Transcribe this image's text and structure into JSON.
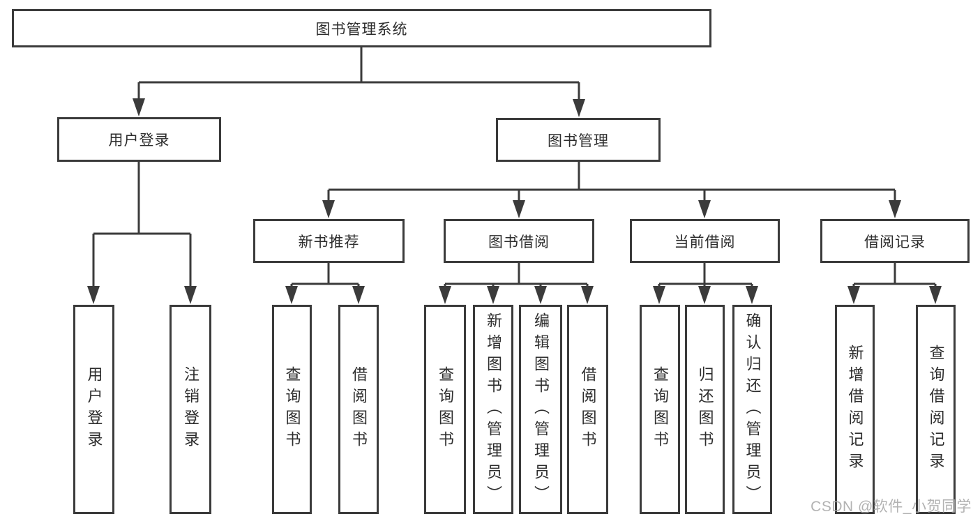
{
  "diagram": {
    "tree": {
      "label": "图书管理系统",
      "children": [
        {
          "label": "用户登录",
          "children": [
            {
              "label": "用户登录"
            },
            {
              "label": "注销登录"
            }
          ]
        },
        {
          "label": "图书管理",
          "children": [
            {
              "label": "新书推荐",
              "children": [
                {
                  "label": "查询图书"
                },
                {
                  "label": "借阅图书"
                }
              ]
            },
            {
              "label": "图书借阅",
              "children": [
                {
                  "label": "查询图书"
                },
                {
                  "label": "新增图书（管理员）"
                },
                {
                  "label": "编辑图书（管理员）"
                },
                {
                  "label": "借阅图书"
                }
              ]
            },
            {
              "label": "当前借阅",
              "children": [
                {
                  "label": "查询图书"
                },
                {
                  "label": "归还图书"
                },
                {
                  "label": "确认归还（管理员）"
                }
              ]
            },
            {
              "label": "借阅记录",
              "children": [
                {
                  "label": "新增借阅记录"
                },
                {
                  "label": "查询借阅记录"
                }
              ]
            }
          ]
        }
      ]
    }
  },
  "watermark": "CSDN @软件_小贺同学",
  "colors": {
    "line": "#3b3b3b",
    "text": "#2d2d2d",
    "background": "#ffffff",
    "watermark": "#a5a5a5"
  }
}
